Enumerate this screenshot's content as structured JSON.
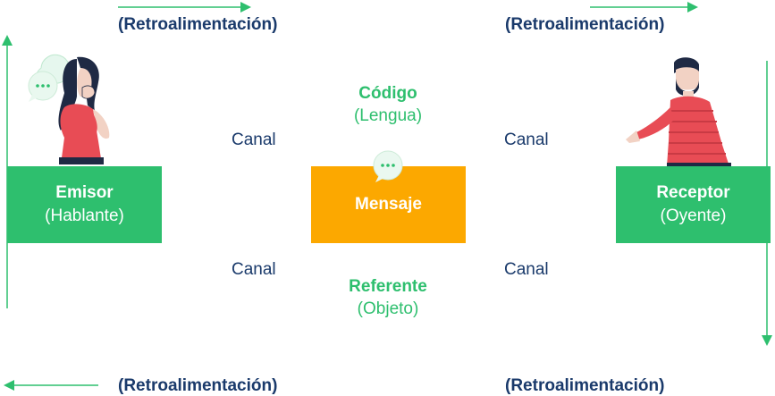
{
  "feedback": {
    "top_left": "(Retroalimentación)",
    "top_right": "(Retroalimentación)",
    "bottom_left": "(Retroalimentación)",
    "bottom_right": "(Retroalimentación)"
  },
  "canal": {
    "upper_left": "Canal",
    "upper_right": "Canal",
    "lower_left": "Canal",
    "lower_right": "Canal"
  },
  "emisor": {
    "title": "Emisor",
    "subtitle": "(Hablante)"
  },
  "mensaje": {
    "title": "Mensaje"
  },
  "receptor": {
    "title": "Receptor",
    "subtitle": "(Oyente)"
  },
  "codigo": {
    "title": "Código",
    "subtitle": "(Lengua)"
  },
  "referente": {
    "title": "Referente",
    "subtitle": "(Objeto)"
  },
  "colors": {
    "green": "#2ebf6e",
    "orange": "#fca800",
    "navy": "#1a3a6b",
    "red_shirt": "#e84c55"
  },
  "icons": [
    "speech-bubble-icon",
    "arrow-right-icon",
    "arrow-left-icon",
    "arrow-up-icon",
    "arrow-down-icon"
  ]
}
